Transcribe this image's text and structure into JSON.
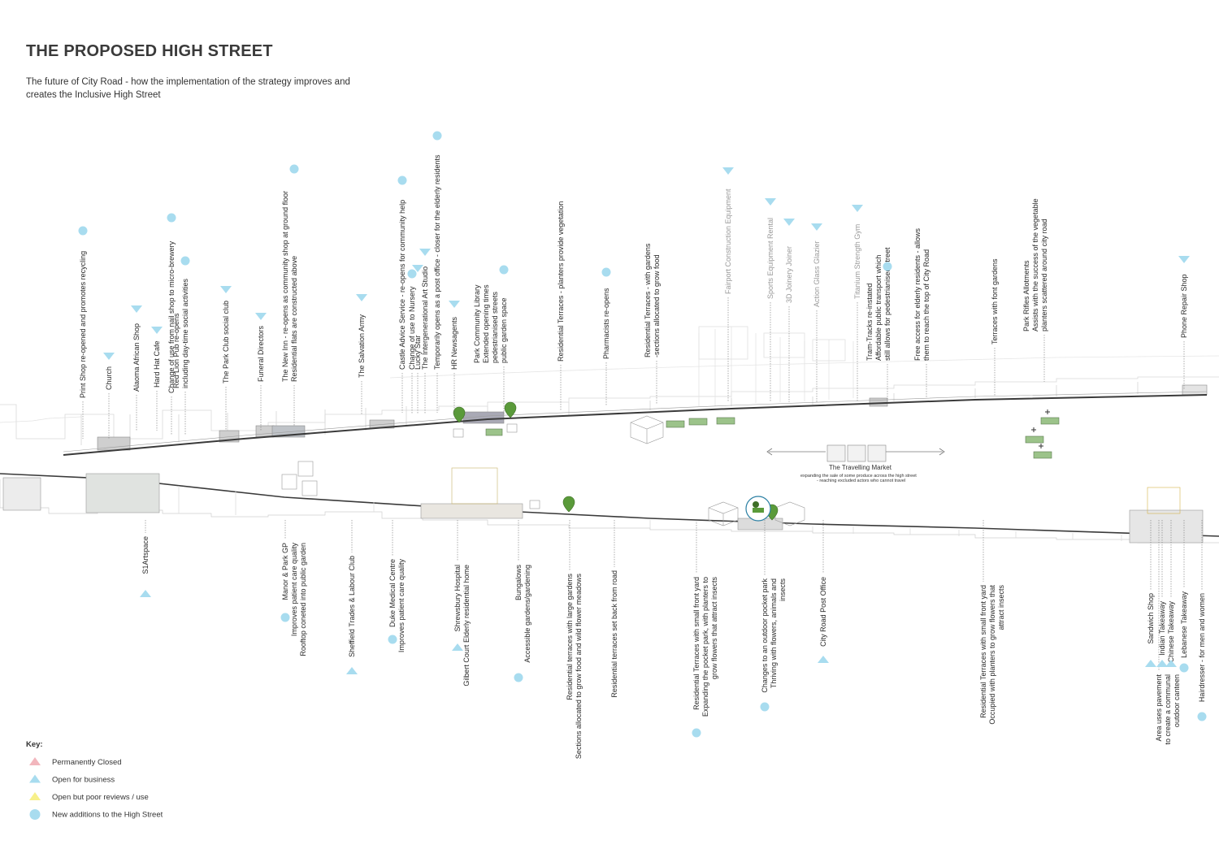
{
  "page": {
    "title": "THE PROPOSED HIGH STREET",
    "subtitle_lines": [
      "The future of City Road - how the implementation of the strategy improves and",
      "creates the Inclusive High Street"
    ]
  },
  "colors": {
    "open": "#a8dcef",
    "closed": "#f2b6bd",
    "poor": "#f7f08a",
    "new": "#a8dcef",
    "pin": "#5a9a3a",
    "road": "#3a3a3a"
  },
  "top_labels": [
    {
      "lines": [
        "Print Shop re-opened and promotes recycling"
      ],
      "marker": "new",
      "faded": false
    },
    {
      "lines": [
        "Church"
      ],
      "marker": "open",
      "faded": false
    },
    {
      "lines": [
        "Alaoma African Shop"
      ],
      "marker": "open",
      "faded": false
    },
    {
      "lines": [
        "Hard Hat Cafe"
      ],
      "marker": "open",
      "faded": false
    },
    {
      "lines": [
        "Change of use from nail shop to micro-brewery"
      ],
      "marker": "new",
      "faded": false
    },
    {
      "lines": [
        "Red Lion Pub re-opens",
        "including day-time social activities"
      ],
      "marker": "new",
      "faded": false
    },
    {
      "lines": [
        "The Park Club social club"
      ],
      "marker": "open",
      "faded": false
    },
    {
      "lines": [
        "Funeral Directors"
      ],
      "marker": "open",
      "faded": false
    },
    {
      "lines": [
        "The New Inn - re-opens as community shop at ground floor",
        "Residential flats are constructed above"
      ],
      "marker": "new",
      "faded": false
    },
    {
      "lines": [
        "The Salvation Army"
      ],
      "marker": "open",
      "faded": false
    },
    {
      "lines": [
        "Castle Advice Service - re-opens for community help"
      ],
      "marker": "new",
      "faded": false
    },
    {
      "lines": [
        "Change of use to Nursery"
      ],
      "marker": "new",
      "faded": false
    },
    {
      "lines": [
        "Lucky Star"
      ],
      "marker": "open",
      "faded": false
    },
    {
      "lines": [
        "The Intergenerational Art Studio"
      ],
      "marker": "open",
      "faded": false
    },
    {
      "lines": [
        "Temporarily opens as a post office - closer for the elderly residents"
      ],
      "marker": "new",
      "faded": false
    },
    {
      "lines": [
        "HR Newsagents"
      ],
      "marker": "open",
      "faded": false
    },
    {
      "lines": [
        "Park Community Library",
        "Extended opening times",
        "pedestrianised streets",
        "public garden space"
      ],
      "marker": "new",
      "faded": false
    },
    {
      "lines": [
        "Residential Terraces - planters provide vegetation"
      ],
      "marker": "none",
      "faded": false
    },
    {
      "lines": [
        "Pharmacists re-opens"
      ],
      "marker": "new",
      "faded": false
    },
    {
      "lines": [
        "Residential Terraces - with gardens",
        "-sections allocated to grow food"
      ],
      "marker": "none",
      "faded": false
    },
    {
      "lines": [
        "Fairport Construction Equipment"
      ],
      "marker": "open",
      "faded": true
    },
    {
      "lines": [
        "Sports Equipment Rental"
      ],
      "marker": "open",
      "faded": true
    },
    {
      "lines": [
        "3D Joinery Joiner"
      ],
      "marker": "open",
      "faded": true
    },
    {
      "lines": [
        "Action Glass Glazier"
      ],
      "marker": "open",
      "faded": true
    },
    {
      "lines": [
        "Titanium Strength Gym"
      ],
      "marker": "open",
      "faded": true
    },
    {
      "lines": [
        "Tram-Tracks re-instated",
        "Affordable public transport which",
        "still allows for pedestrianised street"
      ],
      "marker": "new",
      "faded": false
    },
    {
      "lines": [
        "Free access for elderly residents - allows",
        "them to reach the top of City Road"
      ],
      "marker": "none",
      "faded": false
    },
    {
      "lines": [
        "Terraces with font gardens"
      ],
      "marker": "none",
      "faded": false
    },
    {
      "lines": [
        "Park Rifles Allotments",
        "Assists with the success of the vegetable",
        "planters scattered around city road"
      ],
      "marker": "none",
      "faded": false
    },
    {
      "lines": [
        "Phone Repair Shop"
      ],
      "marker": "open",
      "faded": false
    }
  ],
  "bottom_labels": [
    {
      "lines": [
        "S1Artspace"
      ],
      "marker": "open"
    },
    {
      "lines": [
        "Manor & Park GP",
        "Improves patient care quality",
        "Rooftop coneted into public garden"
      ],
      "marker": "new"
    },
    {
      "lines": [
        "Sheffield Trades & Labour Club"
      ],
      "marker": "open"
    },
    {
      "lines": [
        "Duke Medical Centre",
        "Improves patient care quality"
      ],
      "marker": "new"
    },
    {
      "lines": [
        "Shrewsbury Hospital",
        "Gilbert Court Elderly residential home"
      ],
      "marker": "open"
    },
    {
      "lines": [
        "Bungalows",
        "Accessible gardens/gardening"
      ],
      "marker": "new"
    },
    {
      "lines": [
        "Residential terraces with large gardens",
        "Sections allocated to grow food and wild flower meadows"
      ],
      "marker": "none"
    },
    {
      "lines": [
        "Residential terraces set back from road"
      ],
      "marker": "none"
    },
    {
      "lines": [
        "Residential Terraces with small front yard",
        "Expanding the pocket park, with planters to",
        "grow flowers that attract insects"
      ],
      "marker": "new"
    },
    {
      "lines": [
        "Changes to an outdoor pocket park",
        "Thriving with flowers, animals and",
        "insects"
      ],
      "marker": "new"
    },
    {
      "lines": [
        "City Road Post Office"
      ],
      "marker": "open"
    },
    {
      "lines": [
        "Residential Terraces with small front yard",
        "Occupied with planters to grow flowers that",
        "attract insects"
      ],
      "marker": "none"
    },
    {
      "lines": [
        "Sandwich Shop"
      ],
      "marker": "open"
    },
    {
      "lines": [
        "Area uses pavement",
        "to create a communal",
        "outdoor canteen"
      ],
      "marker": "none"
    },
    {
      "lines": [
        "Indian Takeaway"
      ],
      "marker": "open"
    },
    {
      "lines": [
        "Chinese Takeaway"
      ],
      "marker": "open"
    },
    {
      "lines": [
        "Lebanese Takeaway"
      ],
      "marker": "new"
    },
    {
      "lines": [
        "Hairdresser - for men and women"
      ],
      "marker": "new"
    }
  ],
  "market": {
    "title": "The Travelling Market",
    "lines": [
      "expanding the sale of some produce across the high street",
      "- reaching excluded actors who cannot travel"
    ]
  },
  "key": {
    "title": "Key:",
    "items": [
      {
        "label": "Permanently Closed",
        "symbol": "triangle",
        "color": "#f2b6bd"
      },
      {
        "label": "Open for business",
        "symbol": "triangle",
        "color": "#a8dcef"
      },
      {
        "label": "Open but poor reviews / use",
        "symbol": "triangle",
        "color": "#f7f08a"
      },
      {
        "label": "New additions to the High Street",
        "symbol": "circle",
        "color": "#a8dcef"
      }
    ]
  }
}
